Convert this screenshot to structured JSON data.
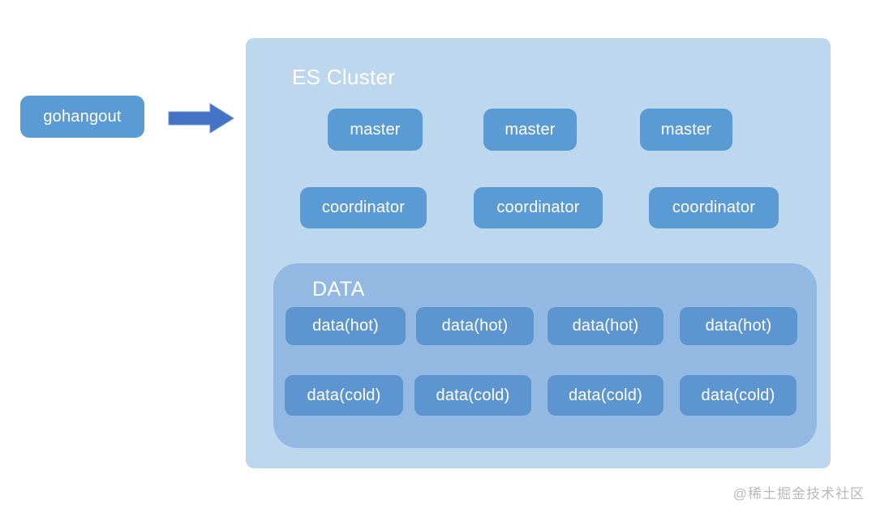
{
  "source_node": {
    "label": "gohangout"
  },
  "arrow": {
    "name": "right-arrow",
    "color": "#4472c4"
  },
  "cluster": {
    "title": "ES Cluster",
    "master_nodes": [
      "master",
      "master",
      "master"
    ],
    "coordinator_nodes": [
      "coordinator",
      "coordinator",
      "coordinator"
    ],
    "data_group": {
      "title": "DATA",
      "hot_nodes": [
        "data(hot)",
        "data(hot)",
        "data(hot)",
        "data(hot)"
      ],
      "cold_nodes": [
        "data(cold)",
        "data(cold)",
        "data(cold)",
        "data(cold)"
      ]
    }
  },
  "watermark": "@稀土掘金技术社区",
  "colors": {
    "node_blue": "#5b9bd5",
    "data_node_blue": "#5d95d1",
    "cluster_background": "#bdd7ee",
    "data_group_background": "#93b8e2",
    "arrow_blue": "#4472c4",
    "node_text": "#ffffff",
    "watermark_gray": "#b9b9b9"
  }
}
